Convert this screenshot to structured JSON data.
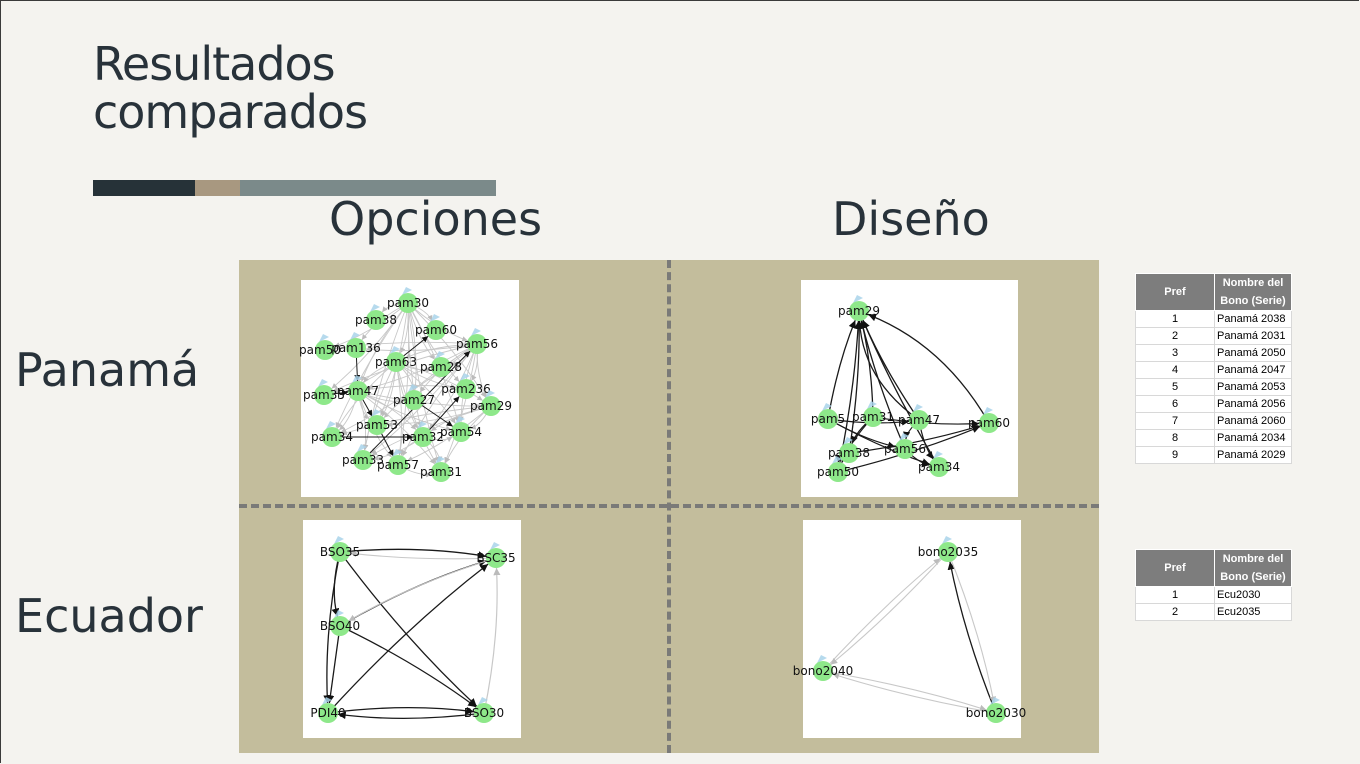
{
  "slide": {
    "title_line1": "Resultados",
    "title_line2": "comparados",
    "col_options": "Opciones",
    "col_design": "Diseño",
    "row_panama": "Panamá",
    "row_ecuador": "Ecuador",
    "accent_colors": [
      "#263238",
      "#a89880",
      "#7b8a8a"
    ]
  },
  "graphs": {
    "panama_options": {
      "nodes": [
        {
          "id": "pam30"
        },
        {
          "id": "pam38"
        },
        {
          "id": "pam60"
        },
        {
          "id": "pam56"
        },
        {
          "id": "pam50"
        },
        {
          "id": "pam136"
        },
        {
          "id": "pam63"
        },
        {
          "id": "pam28"
        },
        {
          "id": "pam35"
        },
        {
          "id": "pam47"
        },
        {
          "id": "pam27"
        },
        {
          "id": "pam236"
        },
        {
          "id": "pam29"
        },
        {
          "id": "pam34"
        },
        {
          "id": "pam53"
        },
        {
          "id": "pam32"
        },
        {
          "id": "pam54"
        },
        {
          "id": "pam33"
        },
        {
          "id": "pam57"
        },
        {
          "id": "pam31"
        }
      ]
    },
    "panama_design": {
      "nodes": [
        {
          "id": "pam29"
        },
        {
          "id": "pam5"
        },
        {
          "id": "pam31"
        },
        {
          "id": "pam47"
        },
        {
          "id": "pam60"
        },
        {
          "id": "pam38"
        },
        {
          "id": "pam56"
        },
        {
          "id": "pam50"
        },
        {
          "id": "pam34"
        }
      ]
    },
    "ecuador_options": {
      "nodes": [
        {
          "id": "BSO35"
        },
        {
          "id": "BSC35"
        },
        {
          "id": "BSO40"
        },
        {
          "id": "PDI40"
        },
        {
          "id": "BSO30"
        }
      ]
    },
    "ecuador_design": {
      "nodes": [
        {
          "id": "bono2035"
        },
        {
          "id": "bono2040"
        },
        {
          "id": "bono2030"
        }
      ]
    }
  },
  "tables": {
    "panama": {
      "headers": [
        "Pref",
        "Nombre del Bono (Serie)"
      ],
      "rows": [
        [
          "1",
          "Panamá 2038"
        ],
        [
          "2",
          "Panamá 2031"
        ],
        [
          "3",
          "Panamá 2050"
        ],
        [
          "4",
          "Panamá 2047"
        ],
        [
          "5",
          "Panamá 2053"
        ],
        [
          "6",
          "Panamá 2056"
        ],
        [
          "7",
          "Panamá 2060"
        ],
        [
          "8",
          "Panamá 2034"
        ],
        [
          "9",
          "Panamá 2029"
        ]
      ]
    },
    "ecuador": {
      "headers": [
        "Pref",
        "Nombre del Bono (Serie)"
      ],
      "rows": [
        [
          "1",
          "Ecu2030"
        ],
        [
          "2",
          "Ecu2035"
        ]
      ]
    }
  }
}
